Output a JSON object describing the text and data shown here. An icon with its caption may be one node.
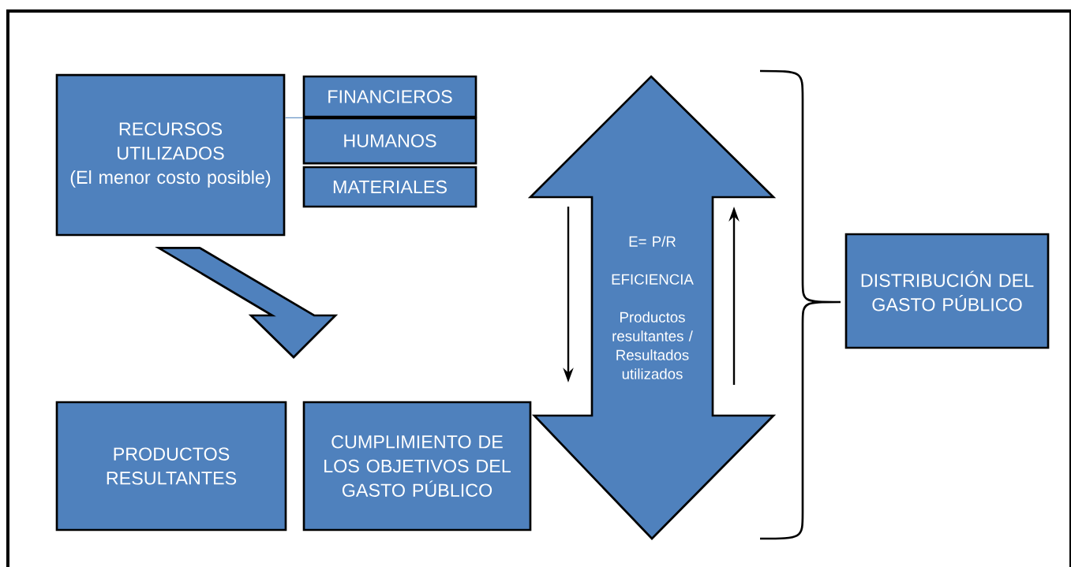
{
  "diagram": {
    "nodes": [
      {
        "text": [
          "RECURSOS UTILIZADOS",
          "(El menor costo posible)"
        ]
      },
      {
        "text": [
          "FINANCIEROS"
        ]
      },
      {
        "text": [
          "HUMANOS"
        ]
      },
      {
        "text": [
          "MATERIALES"
        ]
      },
      {
        "text": [
          "PRODUCTOS RESULTANTES"
        ]
      },
      {
        "text": [
          "CUMPLIMIENTO DE LOS OBJETIVOS DEL GASTO PÚBLICO"
        ]
      },
      {
        "text": [
          "E= P/R",
          "EFICIENCIA",
          "Productos resultantes / Resultados utilizados"
        ]
      },
      {
        "text": [
          "DISTRIBUCIÓN DEL GASTO PÚBLICO"
        ]
      }
    ],
    "edges": [
      {
        "from": 0,
        "to": 1,
        "arrow": "none",
        "color": "#4f81bd"
      },
      {
        "from": 0,
        "to": 4,
        "arrow": "to",
        "style": "thick"
      }
    ]
  }
}
